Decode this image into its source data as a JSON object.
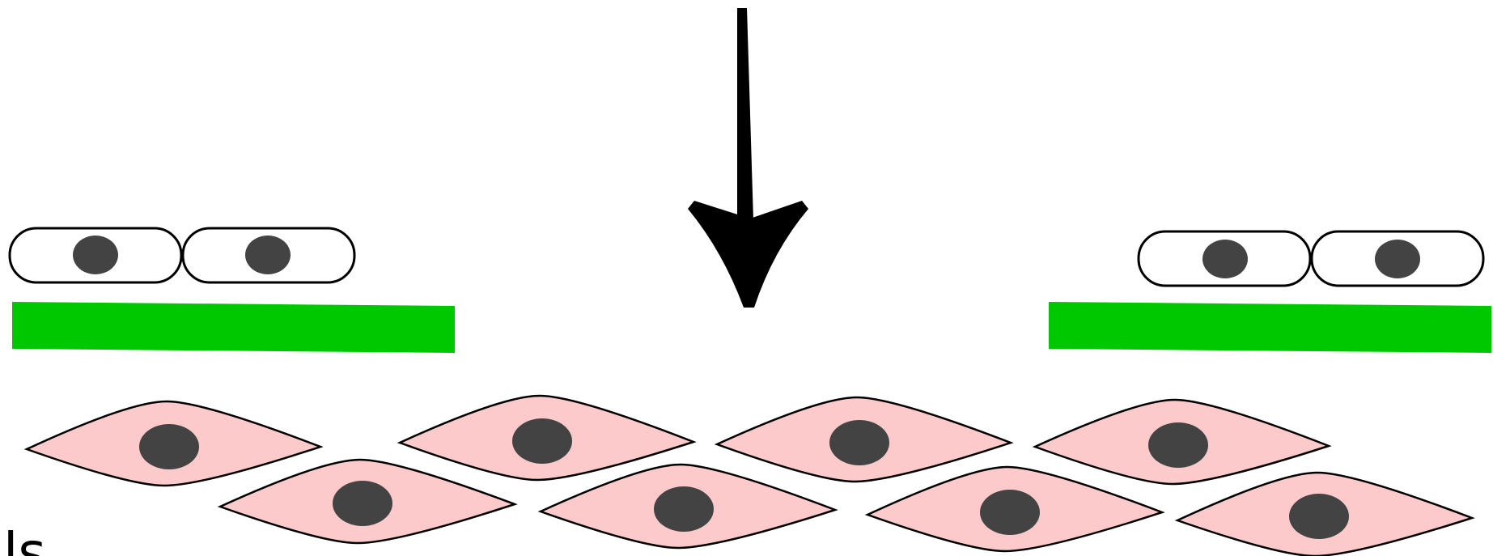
{
  "colors": {
    "background": "#ffffff",
    "membrane": "#00c800",
    "spindle_cell_fill": "#fccaca",
    "nucleus": "#434343",
    "outline": "#000000"
  },
  "elements": {
    "arrow": "down-arrow-icon",
    "top_cells": "paired-capsule-cells",
    "membranes": "green-bars",
    "bottom_cells": "spindle-cells"
  },
  "partial_label": "ls"
}
